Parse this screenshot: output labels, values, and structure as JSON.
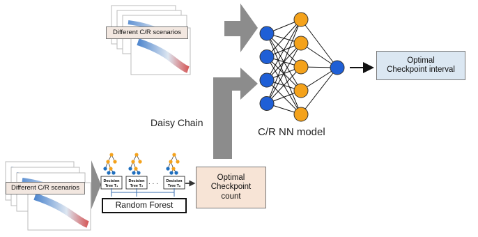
{
  "labels": {
    "scenarios_top": "Different  C/R scenarios",
    "scenarios_bottom": "Different  C/R scenarios",
    "daisy_chain": "Daisy Chain",
    "nn_model": "C/R NN model",
    "optimal_interval": "Optimal\nCheckpoint interval",
    "optimal_count": "Optimal\nCheckpoint\ncount",
    "random_forest": "Random Forest",
    "ellipsis": ". . ."
  },
  "trees": [
    {
      "label": "Decision\nTree T₁"
    },
    {
      "label": "Decision\nTree T₂"
    },
    {
      "label": "Decision\nTree Tₙ"
    }
  ],
  "neural_network": {
    "input_nodes": 4,
    "hidden_nodes": 5,
    "output_nodes": 1
  },
  "colors": {
    "input_node": "#1f5fd6",
    "hidden_node": "#f4a21b",
    "output_node": "#1f5fd6",
    "tree_leaf": "#1f6fbf",
    "tree_inner": "#f4a21b",
    "big_arrow": "#8c8c8c",
    "scenario_box": "#f2e7e0",
    "interval_box": "#dbe7f2",
    "count_box": "#f7e4d6"
  }
}
